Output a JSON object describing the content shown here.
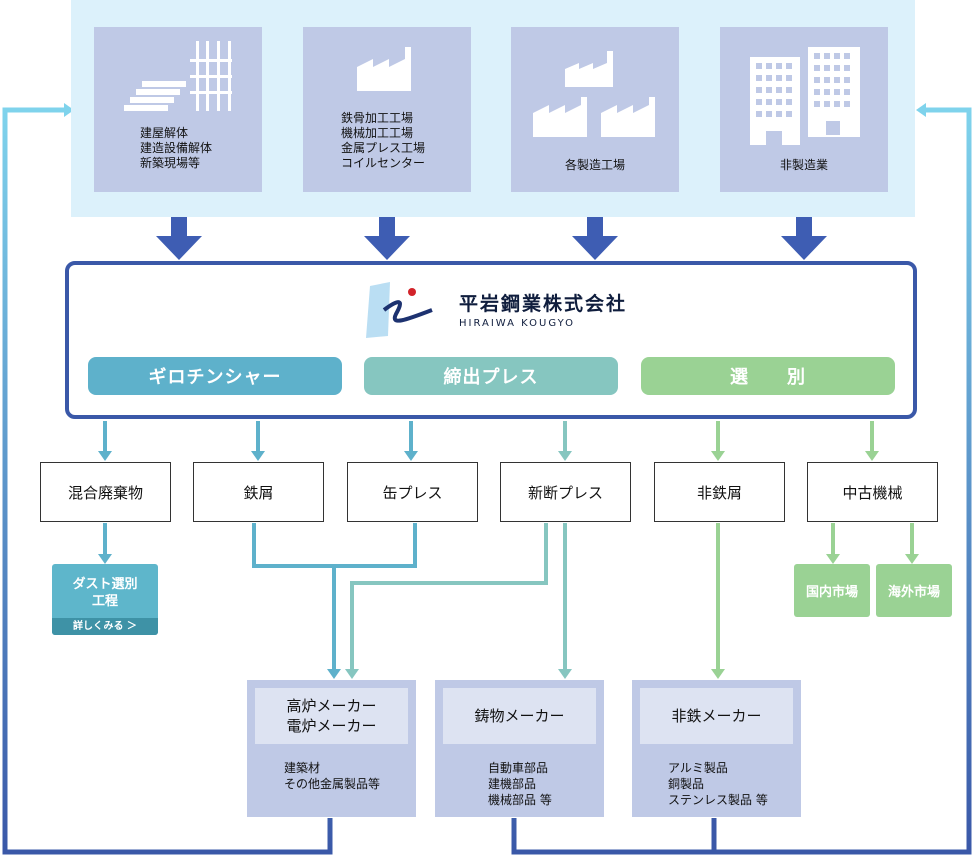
{
  "sources": [
    {
      "text": "建屋解体\n建造設備解体\n新築現場等"
    },
    {
      "text": "鉄骨加工工場\n機械加工工場\n金属プレス工場\nコイルセンター"
    },
    {
      "text": "各製造工場"
    },
    {
      "text": "非製造業"
    }
  ],
  "company": {
    "name_jp": "平岩鋼業株式会社",
    "name_en": "HIRAIWA KOUGYO"
  },
  "processes": [
    {
      "label": "ギロチンシャー",
      "color": "#5eb1cb"
    },
    {
      "label": "締出プレス",
      "color": "#86c6c0"
    },
    {
      "label": "選　　別",
      "color": "#9ad294"
    }
  ],
  "categories": [
    "混合廃棄物",
    "鉄屑",
    "缶プレス",
    "新断プレス",
    "非鉄屑",
    "中古機械"
  ],
  "dust": {
    "title": "ダスト選別\n工程",
    "more": "詳しくみる ＞"
  },
  "markets": [
    "国内市場",
    "海外市場"
  ],
  "destinations": [
    {
      "head": "高炉メーカー\n電炉メーカー",
      "body": "建築材\nその他金属製品等"
    },
    {
      "head": "鋳物メーカー",
      "body": "自動車部品\n建機部品\n機械部品 等"
    },
    {
      "head": "非鉄メーカー",
      "body": "アルミ製品\n銅製品\nステンレス製品 等"
    }
  ],
  "colors": {
    "blue_line": "#5eb1cb",
    "teal_line": "#86c6c0",
    "green_line": "#9ad294",
    "navy": "#3a58a8",
    "arrow_blue": "#3e5db3"
  }
}
